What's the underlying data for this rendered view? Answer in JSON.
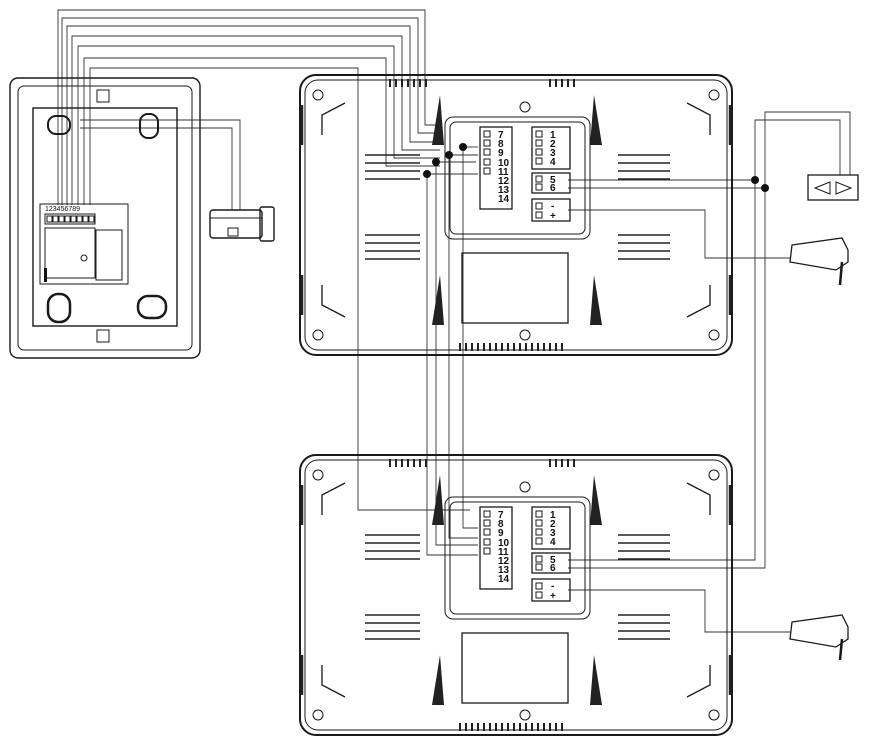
{
  "outdoor_panel": {
    "terminal_strip_label": "123456789"
  },
  "monitor_top": {
    "terminals_left": [
      "7",
      "8",
      "9",
      "10",
      "11",
      "12",
      "13",
      "14"
    ],
    "terminals_right_a": [
      "1",
      "2",
      "3",
      "4"
    ],
    "terminals_right_b": [
      "5",
      "6"
    ],
    "terminals_power": [
      "-",
      "+"
    ]
  },
  "monitor_bottom": {
    "terminals_left": [
      "7",
      "8",
      "9",
      "10",
      "11",
      "12",
      "13",
      "14"
    ],
    "terminals_right_a": [
      "1",
      "2",
      "3",
      "4"
    ],
    "terminals_right_b": [
      "5",
      "6"
    ],
    "terminals_power": [
      "-",
      "+"
    ]
  }
}
